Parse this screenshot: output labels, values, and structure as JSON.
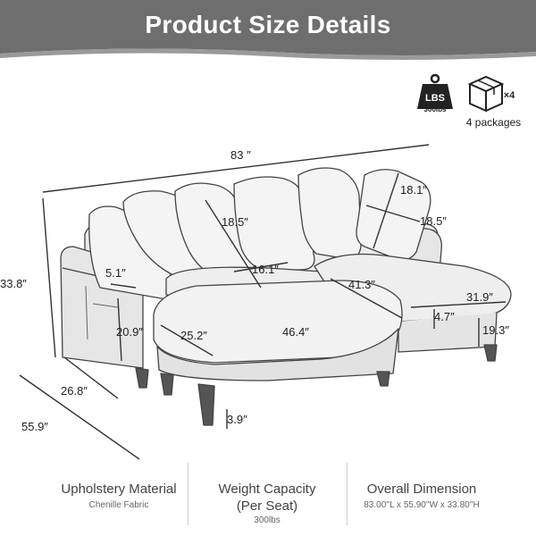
{
  "header": {
    "title": "Product Size Details",
    "background_color": "#6e6e6e"
  },
  "badges": {
    "weight_icon_text": "LBS",
    "weight_label": "300lbs",
    "box_count": "×4",
    "packages_label": "4 packages"
  },
  "dimensions": {
    "overall_length": "83 ″",
    "pillow_height": "18.1″",
    "pillow_width": "18.5″",
    "back_cushion_height": "18.5″",
    "back_depth": "16.1″",
    "chaise_length": "41.3″",
    "overall_height": "33.8″",
    "arm_width": "5.1″",
    "ottoman_width": "31.9″",
    "seat_thickness": "4.7″",
    "arm_height": "20.9″",
    "seat_depth": "25.2″",
    "ottoman_length": "46.4″",
    "seat_height": "19.3″",
    "arm_depth": "26.8″",
    "overall_depth": "55.9″",
    "leg_height": "3.9″"
  },
  "specs": [
    {
      "label": "Upholstery Material",
      "value": "Chenille Fabric"
    },
    {
      "label": "Weight Capacity\n(Per Seat)",
      "label_line1": "Weight Capacity",
      "label_line2": "(Per Seat)",
      "value": "300lbs"
    },
    {
      "label": "Overall Dimension",
      "value": "83.00''L x 55.90''W x 33.80''H"
    }
  ]
}
